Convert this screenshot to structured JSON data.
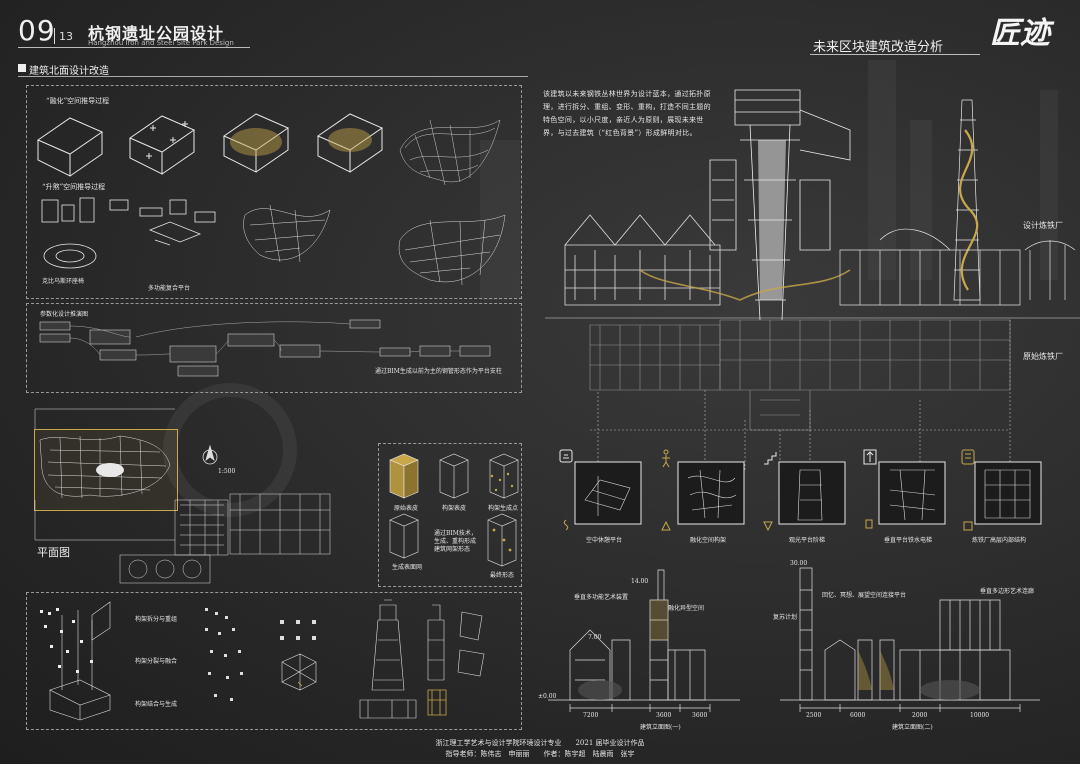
{
  "header": {
    "number": "09",
    "total": "13",
    "title_cn": "杭钢遗址公园设计",
    "title_en": "Hangzhou Iron and Steel Site Park Design",
    "section_title": "未来区块建筑改造分析",
    "logo_text": "匠迹"
  },
  "panel_left": {
    "heading": "建筑北面设计改造",
    "melt_label": "“融化”空间推导过程",
    "lift_label": "“升煞”空间推导过程",
    "klein_label": "克比乌斯环座椅",
    "platform_label": "多功能复合平台",
    "param_label": "参数化设计推演图",
    "param_note": "通过BIM生成以前为主的钢管形态作为平台支柱",
    "plan_label": "平面图",
    "scale_label": "1:500",
    "process_labels": [
      "原始表皮",
      "构架表皮",
      "构架生成点",
      "生成表面网",
      "最终形态"
    ],
    "process_note": "通过BIM技术，生成、重构形成建筑网架形态",
    "structure_labels": [
      "构架拆分与重组",
      "构架分裂与融合",
      "构架结合与生成"
    ]
  },
  "panel_right": {
    "description": "该建筑以未来钢铁丛林世界为设计蓝本，通过拓扑原理，进行拆分、重组、变形、重构，打造不同主题的特色空间，以小尺度，亲近人为原则，展现未来世界，与过去建筑（“红色背景”）形成鲜明对比。",
    "label_design": "设计炼铁厂",
    "label_original": "原始炼铁厂",
    "features": [
      "空中休憩平台",
      "融化空间构架",
      "观光平台阶梯",
      "垂直平台铁水电梯",
      "炼铁厂高层内部结构"
    ],
    "section_notes_1": [
      "14.00",
      "7.00",
      "±0.00",
      "垂直多功能艺术装置",
      "融化异型空间"
    ],
    "section_dims_1": [
      "7200",
      "3600",
      "3600"
    ],
    "section_caption_1": "建筑立面图(一)",
    "section_notes_2": [
      "30.00",
      "复苏计划",
      "回忆、冥想、展望空间连接平台",
      "垂直多边形艺术连廊"
    ],
    "section_dims_2": [
      "2500",
      "6000",
      "2000",
      "10000"
    ],
    "section_caption_2": "建筑立面图(二)"
  },
  "footer": {
    "line1": "浙江理工学艺术与设计学院环境设计专业　　2021 届毕业设计作品",
    "line2": "指导老师：陈伟志　申丽丽　　作者：陈宇超　陆晨雨　张宇"
  },
  "colors": {
    "background": "#262626",
    "line": "#e8e8e8",
    "gold": "#c8a84a",
    "dash": "#9a9a9a"
  },
  "icons": [
    "rest-icon",
    "walk-icon",
    "stairs-icon",
    "elevator-icon",
    "structure-icon"
  ]
}
